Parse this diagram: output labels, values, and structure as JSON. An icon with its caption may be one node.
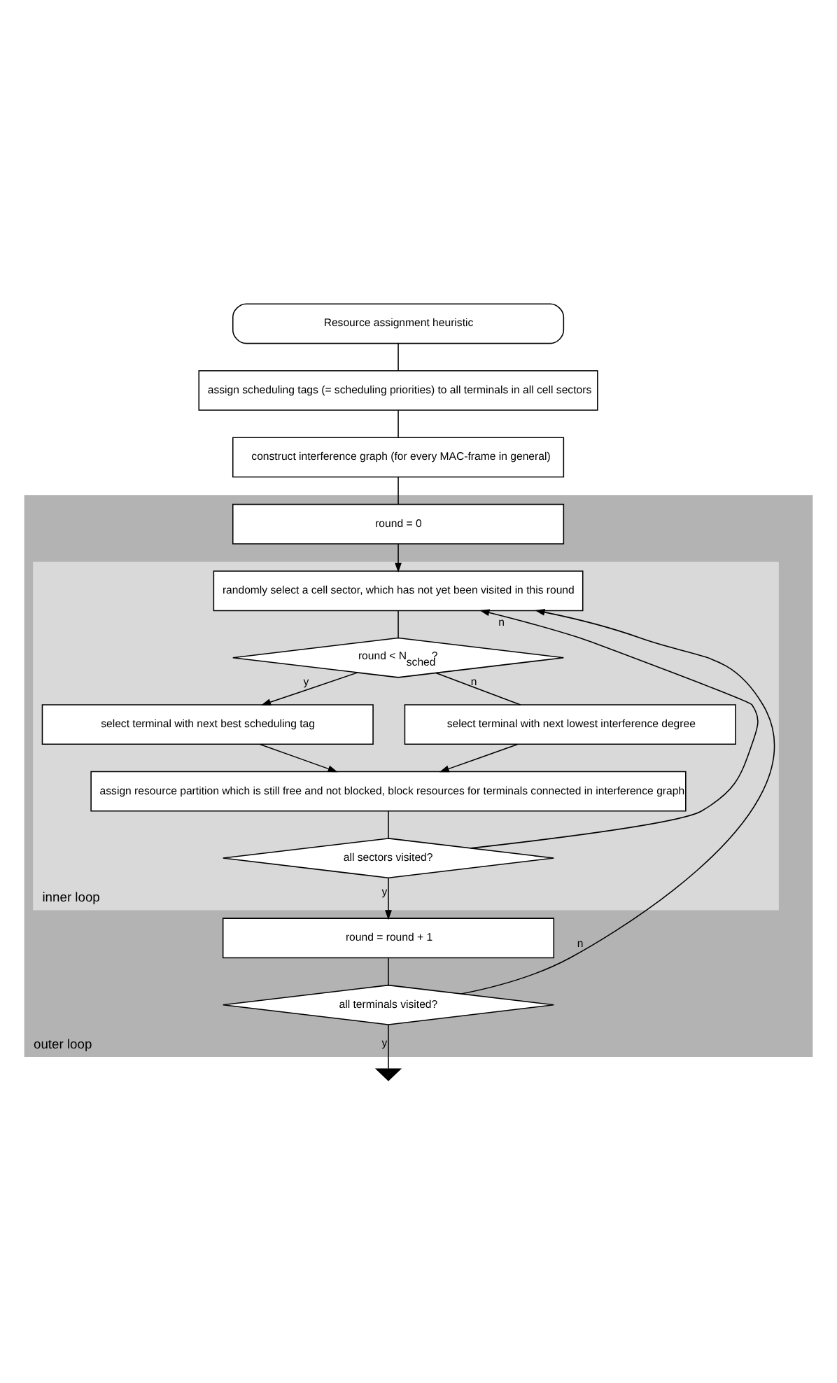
{
  "diagram": {
    "nodes": [
      {
        "text": [
          "Resource assignment heuristic"
        ]
      },
      {
        "text": [
          "assign scheduling tags (= scheduling priorities) to all terminals in all cell sectors"
        ]
      },
      {
        "text": [
          "construct interference graph (for every MAC-frame in general)"
        ]
      },
      {
        "text": [
          "outer loop"
        ]
      },
      {
        "text": [
          "round = 0"
        ],
        "in": 3
      },
      {
        "text": [
          "inner loop"
        ],
        "in": 3
      },
      {
        "text": [
          "randomly select a cell sector, which has not yet been visited in this round"
        ],
        "in": 5
      },
      {
        "text": [
          "round < N$_{sched}$?"
        ],
        "in": 5
      },
      {
        "text": [
          "select terminal with next best scheduling tag"
        ],
        "in": 5
      },
      {
        "text": [
          "select terminal with next lowest interference degree"
        ],
        "in": 5
      },
      {
        "text": [
          "assign resource partition which is still free and not blocked, block resources for terminals connected in interference graph"
        ],
        "in": 5
      },
      {
        "text": [
          "all sectors visited?"
        ],
        "in": 5
      },
      {
        "text": [
          "round = round + 1"
        ],
        "in": 3
      },
      {
        "text": [
          "all terminals visited?"
        ],
        "in": 3
      },
      {
        "text": [],
        "shape": "ground"
      }
    ],
    "edges": [
      {
        "from": 0,
        "to": 1,
        "arrow": "none"
      },
      {
        "from": 1,
        "to": 2,
        "arrow": "none"
      },
      {
        "from": 2,
        "to": 4,
        "arrow": "none"
      },
      {
        "from": 4,
        "to": 6,
        "arrow": "to"
      },
      {
        "from": 6,
        "to": 7,
        "arrow": "none"
      },
      {
        "from": 7,
        "to": 8,
        "arrow": "to",
        "label": "y"
      },
      {
        "from": 7,
        "to": 9,
        "arrow": "none",
        "label": "n"
      },
      {
        "from": 8,
        "to": 10,
        "arrow": "to"
      },
      {
        "from": 9,
        "to": 10,
        "arrow": "to"
      },
      {
        "from": 10,
        "to": 11,
        "arrow": "none"
      },
      {
        "from": 11,
        "to": 6,
        "arrow": "to",
        "label": "n"
      },
      {
        "from": 11,
        "to": 12,
        "arrow": "to",
        "label": "y"
      },
      {
        "from": 12,
        "to": 13,
        "arrow": "none"
      },
      {
        "from": 13,
        "to": 6,
        "arrow": "to",
        "label": "n"
      },
      {
        "from": 13,
        "to": 14,
        "arrow": "none",
        "label": "y"
      }
    ]
  }
}
